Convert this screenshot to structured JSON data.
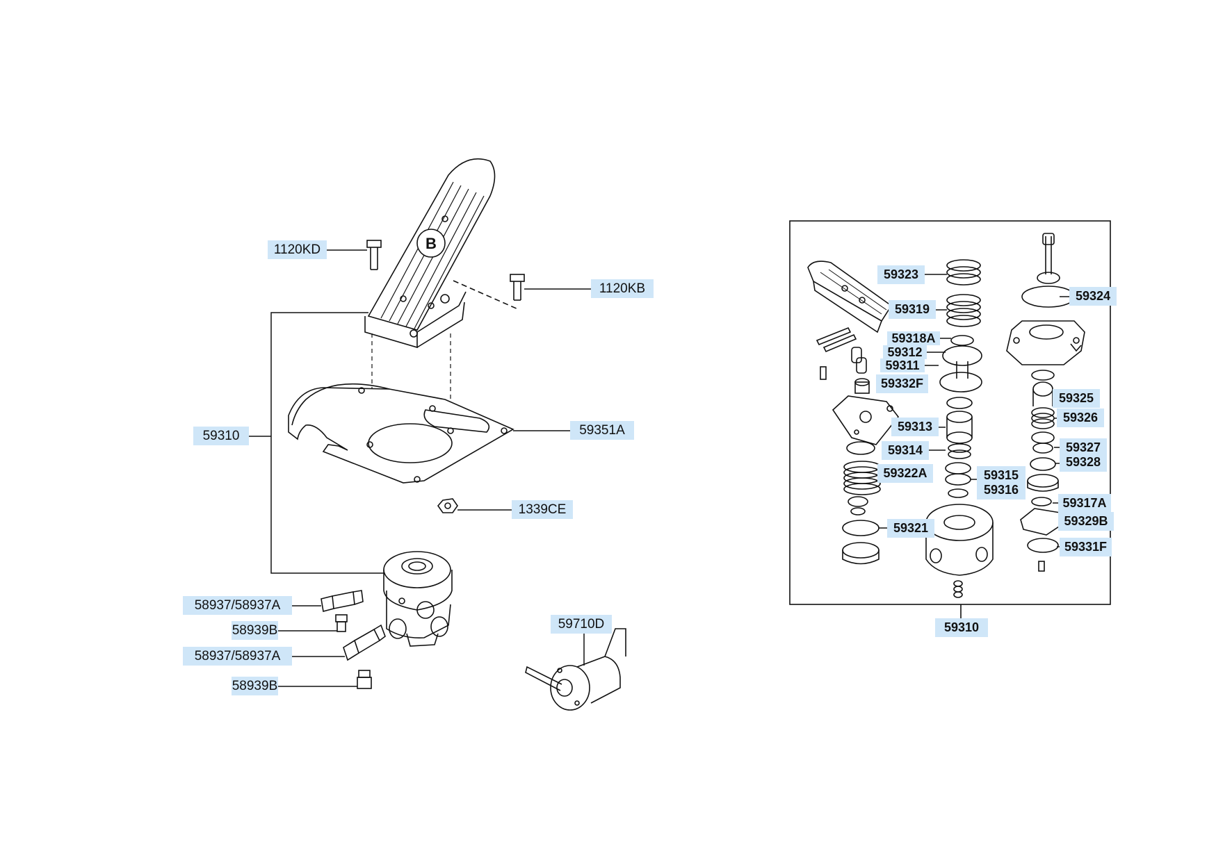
{
  "callouts": {
    "c_1120KD": "1120KD",
    "c_1120KB": "1120KB",
    "c_59310_left": "59310",
    "c_59351A": "59351A",
    "c_1339CE": "1339CE",
    "c_58937_1": "58937/58937A",
    "c_58939B_1": "58939B",
    "c_58937_2": "58937/58937A",
    "c_58939B_2": "58939B",
    "c_59710D": "59710D",
    "c_59323": "59323",
    "c_59324": "59324",
    "c_59319": "59319",
    "c_59318A": "59318A",
    "c_59312": "59312",
    "c_59311": "59311",
    "c_59332F": "59332F",
    "c_59325": "59325",
    "c_59326": "59326",
    "c_59313": "59313",
    "c_59327": "59327",
    "c_59314": "59314",
    "c_59328": "59328",
    "c_59322A": "59322A",
    "c_59315": "59315",
    "c_59316": "59316",
    "c_59317A": "59317A",
    "c_59329B": "59329B",
    "c_59321": "59321",
    "c_59331F": "59331F",
    "c_59310_right": "59310"
  },
  "colors": {
    "label_bg": "#cfe6f8",
    "line": "#111111"
  }
}
